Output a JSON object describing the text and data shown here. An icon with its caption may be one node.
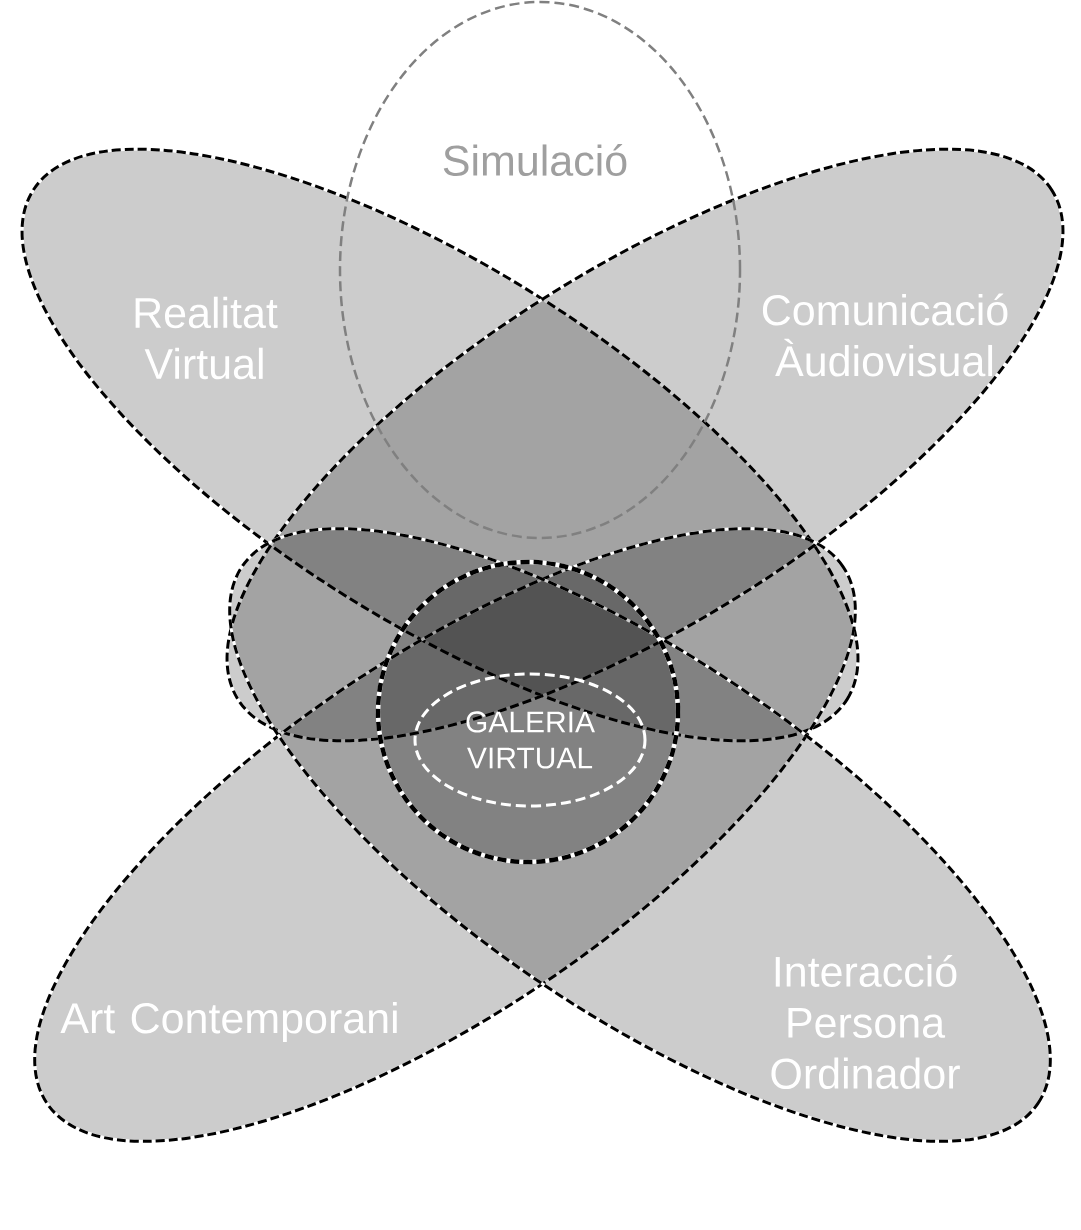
{
  "diagram": {
    "nodes": [
      {
        "text": [
          "Simulació"
        ]
      },
      {
        "text": [
          "Realitat Virtual"
        ]
      },
      {
        "text": [
          "Comunicació Àudiovisual"
        ]
      },
      {
        "text": [
          "Art Contemporani"
        ]
      },
      {
        "text": [
          "Interacció Persona Ordinador"
        ]
      },
      {
        "text": [],
        "shape": "circle"
      },
      {
        "text": [
          "GALERIA VIRTUAL"
        ],
        "in": 5
      }
    ]
  }
}
